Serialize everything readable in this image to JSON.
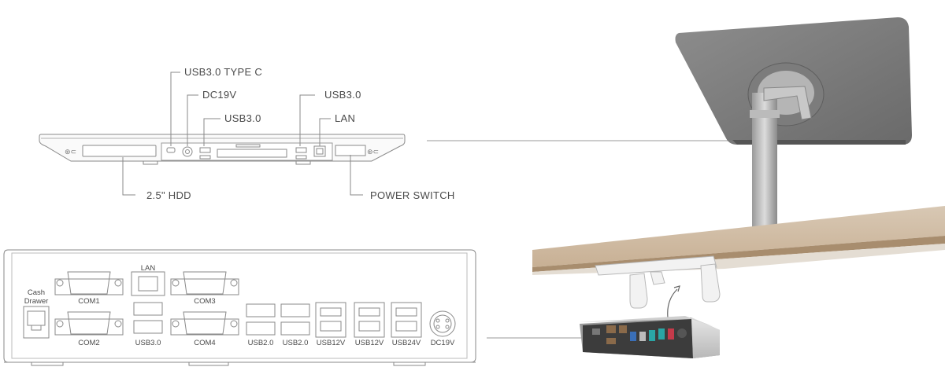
{
  "top_callouts": {
    "usb30_type_c": "USB3.0 TYPE C",
    "dc19v": "DC19V",
    "usb30_left": "USB3.0",
    "usb30_right": "USB3.0",
    "lan": "LAN",
    "hdd": "2.5\" HDD",
    "power_switch": "POWER SWITCH"
  },
  "bottom_ports": {
    "cash_drawer": "Cash\nDrawer",
    "com1": "COM1",
    "com2": "COM2",
    "lan": "LAN",
    "usb30": "USB3.0",
    "com3": "COM3",
    "com4": "COM4",
    "usb20_a": "USB2.0",
    "usb20_b": "USB2.0",
    "usb12v_a": "USB12V",
    "usb12v_b": "USB12V",
    "usb24v": "USB24V",
    "dc19v": "DC19V"
  }
}
